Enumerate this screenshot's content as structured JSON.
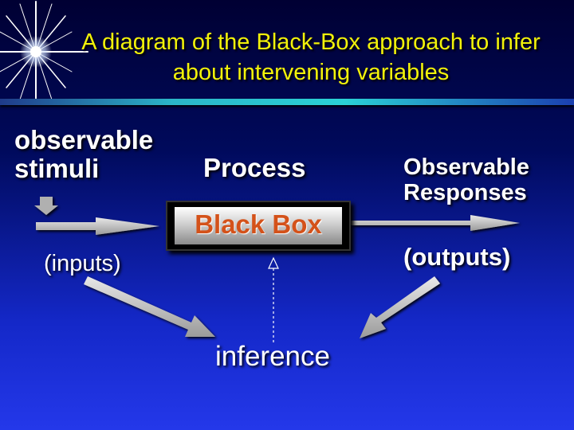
{
  "slide": {
    "title": "A diagram of the Black-Box approach to infer about intervening variables"
  },
  "diagram": {
    "stimuli_label": "observable stimuli",
    "process_label": "Process",
    "black_box_label": "Black Box",
    "responses_label": "Observable Responses",
    "inputs_label": "(inputs)",
    "outputs_label": "(outputs)",
    "inference_label": "inference"
  },
  "colors": {
    "title": "#f2f20a",
    "label": "#ffffff",
    "black_box_text": "#d4521a",
    "arrow_fill": "#c8c8c8"
  },
  "icons": [
    "starburst-icon",
    "down-arrow-icon"
  ]
}
